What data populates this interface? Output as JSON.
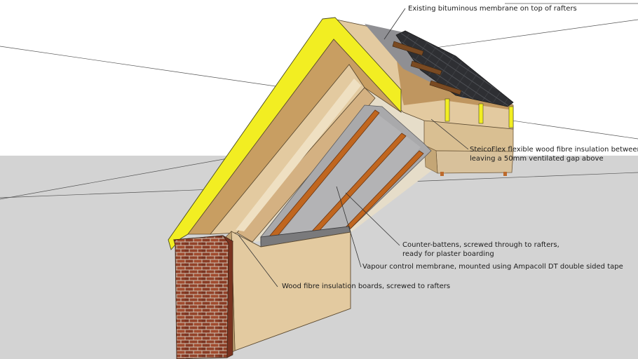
{
  "annotations": [
    {
      "id": "bituminous",
      "lines": [
        "Existing bituminous membrane on top of rafters"
      ]
    },
    {
      "id": "steicoflex",
      "lines": [
        "SteicoFlex flexible wood fibre insulation between rafters",
        "leaving a 50mm ventilated gap above"
      ]
    },
    {
      "id": "counter_battens",
      "lines": [
        "Counter-battens, screwed through to rafters,",
        "ready for plaster boarding"
      ]
    },
    {
      "id": "vapour",
      "lines": [
        "Vapour control membrane, mounted using Ampacoll DT double sided tape"
      ]
    },
    {
      "id": "wood_fibre_boards",
      "lines": [
        "Wood fibre insulation boards, screwed to rafters"
      ]
    }
  ],
  "colors": {
    "sky": "#ffffff",
    "ground": "#d3d3d3",
    "rafter_yellow": "#f2ee22",
    "wood_light": "#e3caa0",
    "wood_mid": "#d4b182",
    "wood_dark": "#bb9a68",
    "osb": "#c49a55",
    "membrane": "#a9a9ab",
    "batten": "#c0661f",
    "slate": "#2e2f33",
    "brick": "#8a3b24",
    "mortar": "#cfc3b4",
    "leader": "#333333"
  }
}
